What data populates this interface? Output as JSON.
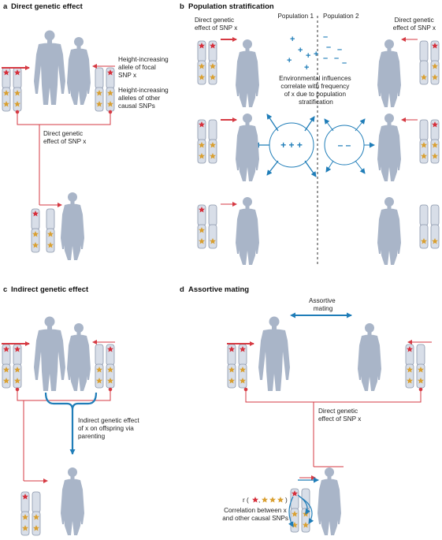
{
  "colors": {
    "figure": "#a9b5c8",
    "chromosome_fill": "#d8dee8",
    "chromosome_stroke": "#8a96ab",
    "star_red": "#d6303c",
    "star_gold": "#d9a032",
    "arrow_red": "#d63a43",
    "arrow_blue": "#1f7db8"
  },
  "panel_a": {
    "letter": "a",
    "title": "Direct genetic effect",
    "label_focal": [
      "Height-increasing",
      "allele of focal",
      "SNP x"
    ],
    "label_other": [
      "Height-increasing",
      "alleles of other",
      "causal SNPs"
    ],
    "label_direct": [
      "Direct genetic",
      "effect of SNP x"
    ]
  },
  "panel_b": {
    "letter": "b",
    "title": "Population stratification",
    "pop1": "Population 1",
    "pop2": "Population 2",
    "label_direct_left": [
      "Direct genetic",
      "effect of SNP x"
    ],
    "label_direct_right": [
      "Direct genetic",
      "effect of SNP x"
    ],
    "label_env": [
      "Environmental influences",
      "correlate with frequency",
      "of x due to population",
      "stratification"
    ],
    "plus_signs": "+ + +",
    "minus_signs": "– –"
  },
  "panel_c": {
    "letter": "c",
    "title": "Indirect genetic effect",
    "label_indirect": [
      "Indirect genetic effect",
      "of x on offspring via",
      "parenting"
    ]
  },
  "panel_d": {
    "letter": "d",
    "title": "Assortive mating",
    "label_mating": [
      "Assortive",
      "mating"
    ],
    "label_direct": [
      "Direct genetic",
      "effect of SNP x"
    ],
    "label_r": "r (",
    "label_r_close": ")",
    "label_corr": [
      "Correlation between x",
      "and other causal SNPs"
    ]
  }
}
